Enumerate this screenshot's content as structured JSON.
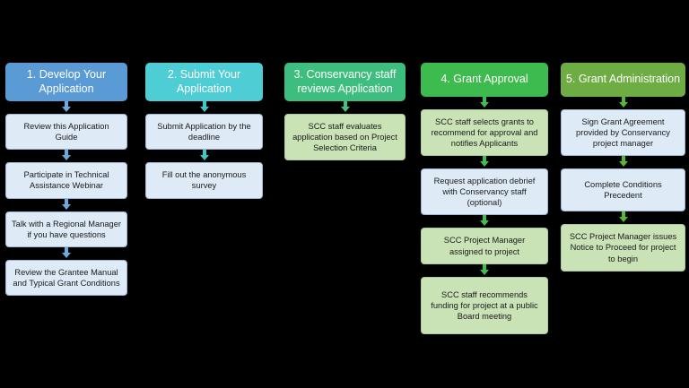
{
  "diagram": {
    "type": "flowchart",
    "background_color": "#000000",
    "columns": [
      {
        "id": "develop-your-application",
        "header": {
          "label": "1. Develop Your Application",
          "color": "#5b9bd5",
          "text_color": "#ffffff"
        },
        "arrow_color": "#6fa8dc",
        "nodes": [
          {
            "label": "Review this Application Guide",
            "style": "blue"
          },
          {
            "label": "Participate in Technical Assistance Webinar",
            "style": "blue"
          },
          {
            "label": "Talk with a Regional Manager if you have questions",
            "style": "blue"
          },
          {
            "label": "Review the Grantee Manual and Typical Grant Conditions",
            "style": "blue"
          }
        ]
      },
      {
        "id": "submit-your-application",
        "header": {
          "label": "2. Submit Your Application",
          "color": "#4ecdd4",
          "text_color": "#ffffff"
        },
        "arrow_color": "#3fc6c6",
        "nodes": [
          {
            "label": "Submit Application by the deadline",
            "style": "blue"
          },
          {
            "label": "Fill out the anonymous survey",
            "style": "blue"
          }
        ]
      },
      {
        "id": "conservancy-staff-reviews-application",
        "header": {
          "label": "3. Conservancy staff reviews Application",
          "color": "#3dbd7e",
          "text_color": "#ffffff"
        },
        "arrow_color": "#46c07e",
        "nodes": [
          {
            "label": "SCC staff evaluates application based on Project Selection Criteria",
            "style": "green"
          }
        ]
      },
      {
        "id": "grant-approval",
        "header": {
          "label": "4. Grant Approval",
          "color": "#3dbb4e",
          "text_color": "#ffffff"
        },
        "arrow_color": "#41bb52",
        "nodes": [
          {
            "label": "SCC staff selects grants to recommend for approval and notifies Applicants",
            "style": "green"
          },
          {
            "label": "Request application debrief with Conservancy staff (optional)",
            "style": "blue"
          },
          {
            "label": "SCC Project Manager assigned to project",
            "style": "green"
          },
          {
            "label": "SCC staff recommends funding for project at a public Board meeting",
            "style": "green"
          }
        ]
      },
      {
        "id": "grant-administration",
        "header": {
          "label": "5. Grant Administration",
          "color": "#6eac44",
          "text_color": "#ffffff"
        },
        "arrow_color": "#5cb335",
        "nodes": [
          {
            "label": "Sign Grant Agreement provided by Conservancy project manager",
            "style": "blue"
          },
          {
            "label": "Complete Conditions Precedent",
            "style": "blue"
          },
          {
            "label": "SCC Project Manager issues Notice to Proceed for project to begin",
            "style": "green"
          }
        ]
      }
    ]
  }
}
